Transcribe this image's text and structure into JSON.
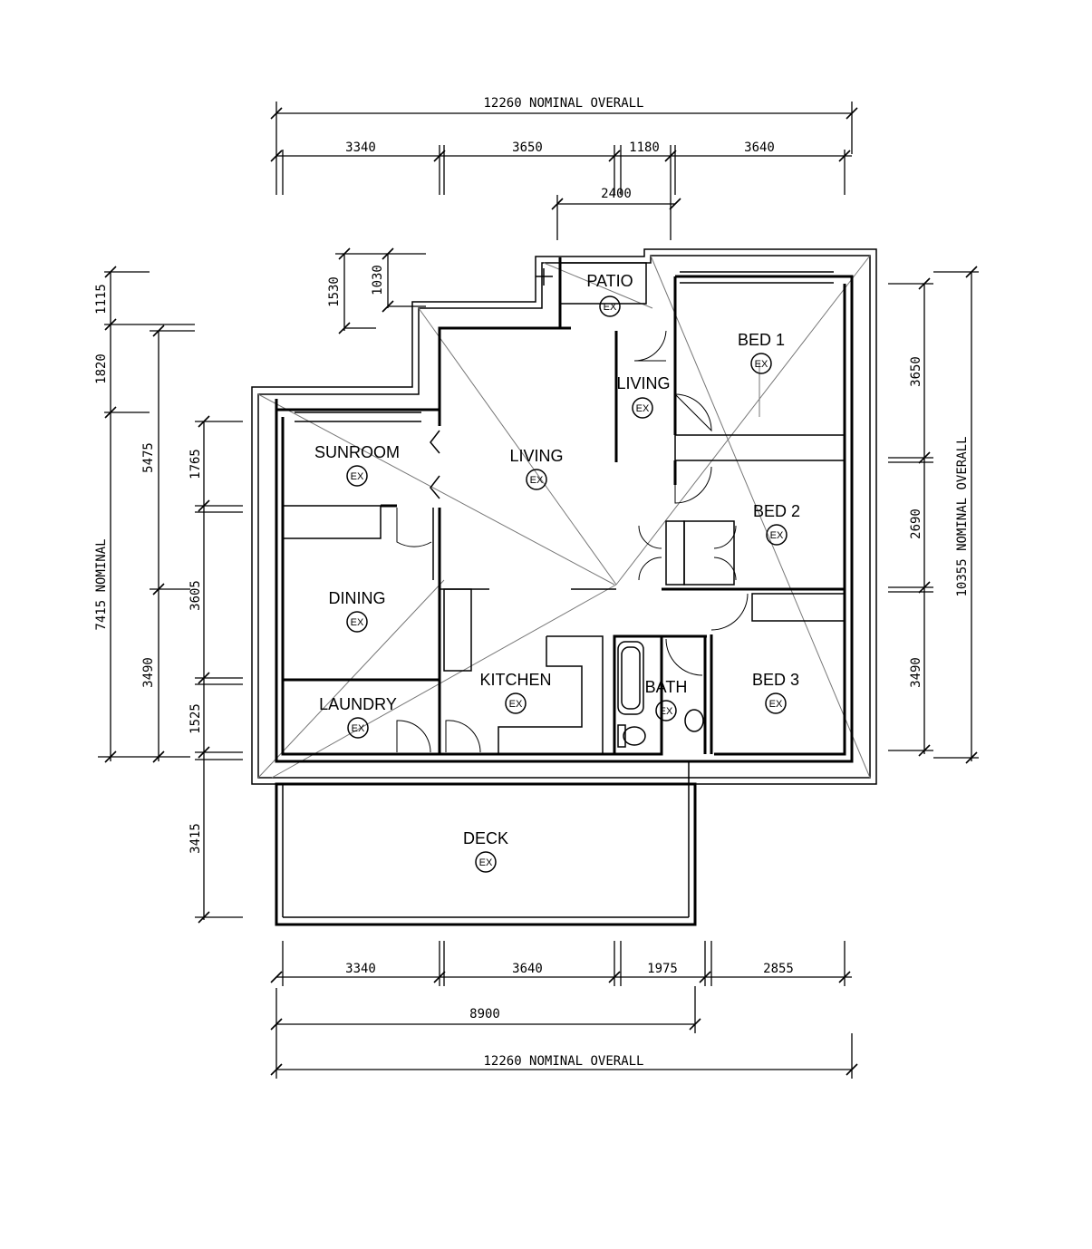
{
  "rooms": [
    {
      "id": "patio",
      "label": "PATIO",
      "tag": "EX"
    },
    {
      "id": "bed1",
      "label": "BED 1",
      "tag": "EX"
    },
    {
      "id": "living-small",
      "label": "LIVING",
      "tag": "EX"
    },
    {
      "id": "sunroom",
      "label": "SUNROOM",
      "tag": "EX"
    },
    {
      "id": "living",
      "label": "LIVING",
      "tag": "EX"
    },
    {
      "id": "bed2",
      "label": "BED 2",
      "tag": "EX"
    },
    {
      "id": "dining",
      "label": "DINING",
      "tag": "EX"
    },
    {
      "id": "kitchen",
      "label": "KITCHEN",
      "tag": "EX"
    },
    {
      "id": "bath",
      "label": "BATH",
      "tag": "EX"
    },
    {
      "id": "bed3",
      "label": "BED 3",
      "tag": "EX"
    },
    {
      "id": "laundry",
      "label": "LAUNDRY",
      "tag": "EX"
    },
    {
      "id": "deck",
      "label": "DECK",
      "tag": "EX"
    }
  ],
  "dimensions": {
    "top_overall": "12260 NOMINAL OVERALL",
    "top_segments": [
      "3340",
      "3650",
      "1180",
      "3640"
    ],
    "top_2400": "2400",
    "patio_1530": "1530",
    "patio_1030": "1030",
    "left_outer": [
      "1115",
      "1820",
      "5475",
      "3490"
    ],
    "left_total": "7415 NOMINAL",
    "left_inner": [
      "1765",
      "3605",
      "1525",
      "3415"
    ],
    "right_segments": [
      "3650",
      "2690",
      "3490"
    ],
    "right_total": "10355 NOMINAL OVERALL",
    "bottom_segments": [
      "3340",
      "3640",
      "1975",
      "2855"
    ],
    "bottom_8900": "8900",
    "bottom_overall": "12260 NOMINAL OVERALL"
  }
}
